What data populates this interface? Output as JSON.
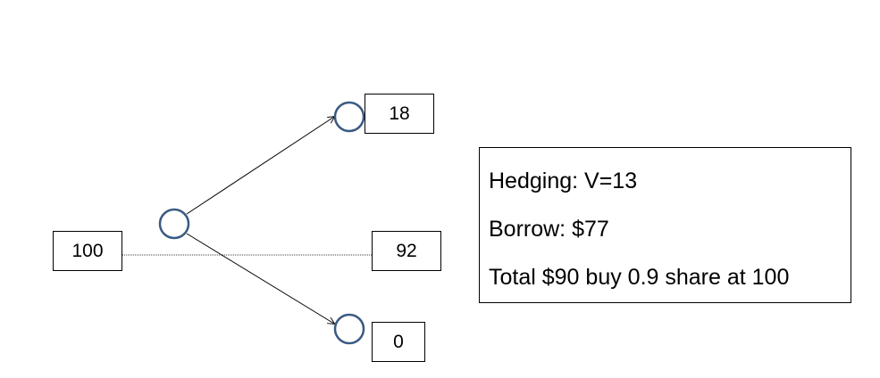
{
  "nodes": {
    "start_value": "100",
    "up_value": "18",
    "middle_value": "92",
    "down_value": "0"
  },
  "info": {
    "hedging": "Hedging: V=13",
    "borrow": "Borrow: $77",
    "total": "Total $90 buy 0.9 share at 100"
  },
  "colors": {
    "node_stroke": "#3a5a82",
    "line": "#000000",
    "box_border": "#000000"
  }
}
